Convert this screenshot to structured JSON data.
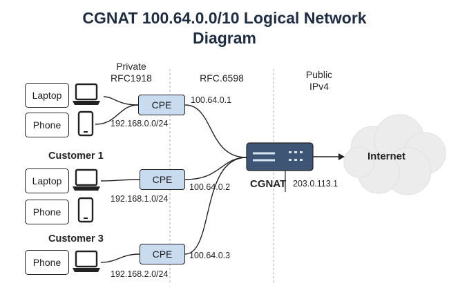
{
  "title_line1": "CGNAT 100.64.0.0/10 Logical Network",
  "title_line2": "Diagram",
  "zones": {
    "private_line1": "Private",
    "private_line2": "RFC1918",
    "middle": "RFC.6598",
    "public_line1": "Public",
    "public_line2": "IPv4"
  },
  "customers": [
    {
      "name": "",
      "devices": [
        "Laptop",
        "Phone"
      ],
      "cpe": "CPE",
      "subnet": "192.168.0.0/24",
      "cpe_ip": "100.64.0.1"
    },
    {
      "name": "Customer 1",
      "devices": [
        "Laptop",
        "Phone"
      ],
      "cpe": "CPE",
      "subnet": "192.168.1.0/24",
      "cpe_ip": "100.64.0.2"
    },
    {
      "name": "Customer 3",
      "devices": [
        "Phone"
      ],
      "cpe": "CPE",
      "subnet": "192.168.2.0/24",
      "cpe_ip": "100.64.0.3"
    }
  ],
  "cgnat": {
    "label": "CGNAT",
    "public_ip": "203.0.113.1"
  },
  "internet": "Internet",
  "colors": {
    "cpe_fill": "#c9dcef",
    "router_fill": "#3f5575",
    "title": "#1f2d44"
  }
}
